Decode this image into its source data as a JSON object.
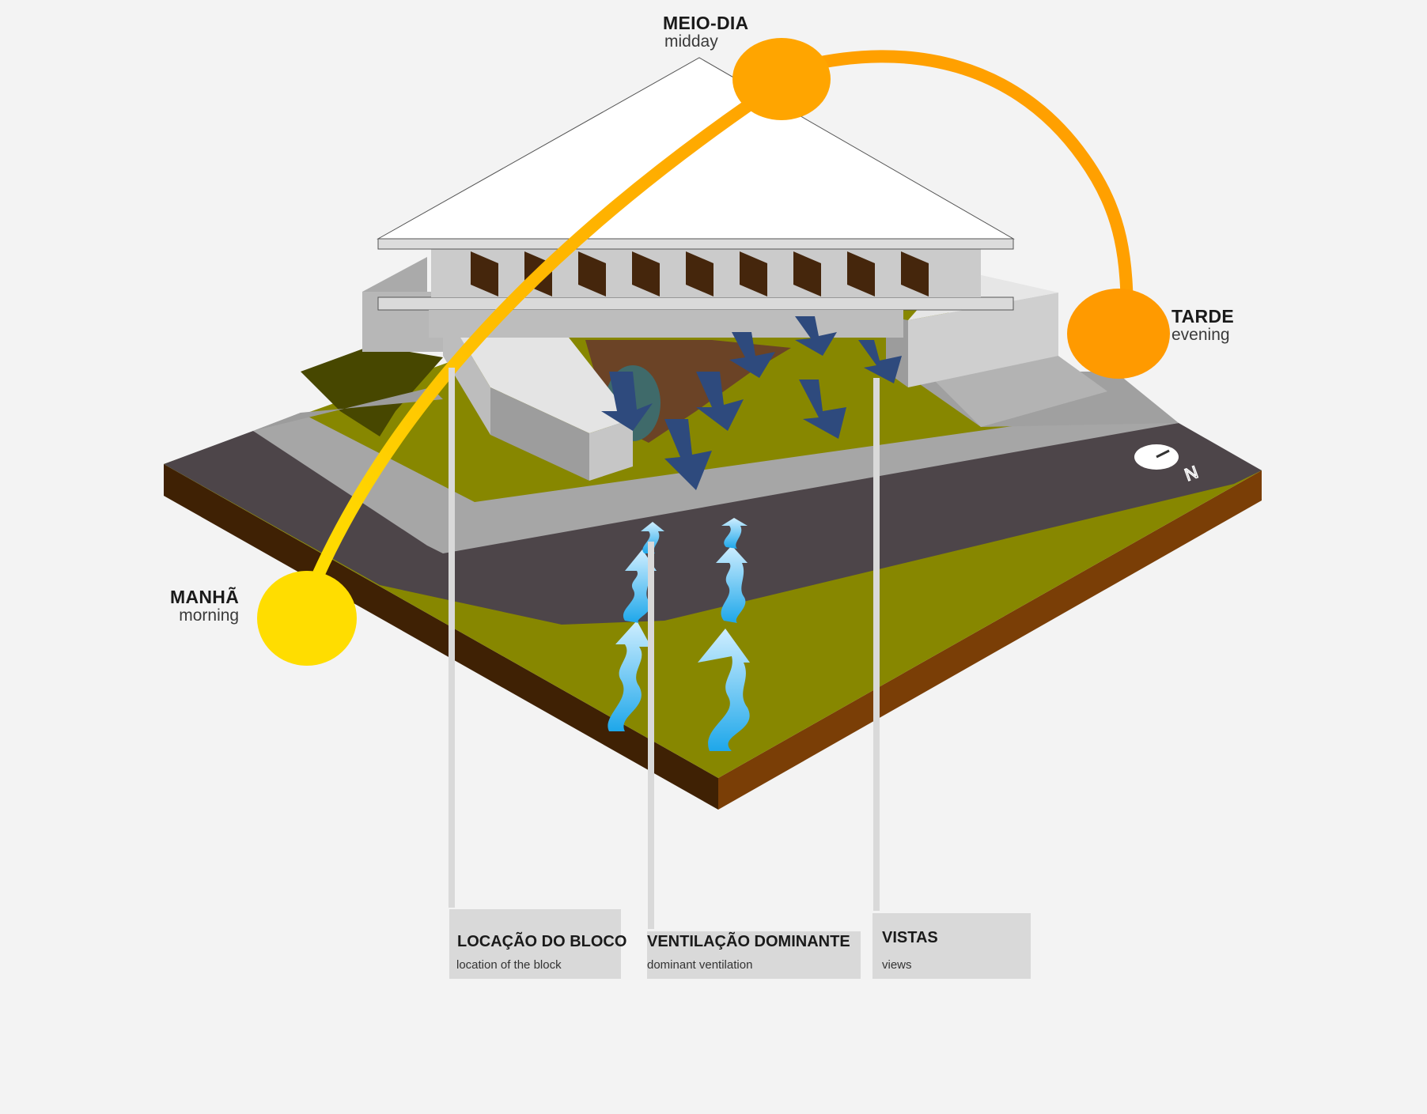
{
  "sun_path": {
    "midday": {
      "title": "MEIO-DIA",
      "subtitle": "midday"
    },
    "evening": {
      "title": "TARDE",
      "subtitle": "evening"
    },
    "morning": {
      "title": "MANHÃ",
      "subtitle": "morning"
    }
  },
  "legend": [
    {
      "title": "LOCAÇÃO DO BLOCO",
      "subtitle": "location of the block"
    },
    {
      "title": "VENTILAÇÃO DOMINANTE",
      "subtitle": "dominant ventilation"
    },
    {
      "title": "VISTAS",
      "subtitle": "views"
    }
  ],
  "compass": {
    "label": "N"
  },
  "colors": {
    "background": "#f3f3f3",
    "grass": "#878700",
    "grass_shadow": "#474700",
    "soil": "#7a3e06",
    "road": "#4d4549",
    "sidewalk": "#a6a6a6",
    "sun_morning": "#ffdd00",
    "sun_midday": "#ffa500",
    "sun_evening": "#ff9a00",
    "wind_light": "#29abe2",
    "wind_dark": "#2e4a7d",
    "louver": "#45260c",
    "leader_line": "#d9d9d9"
  }
}
